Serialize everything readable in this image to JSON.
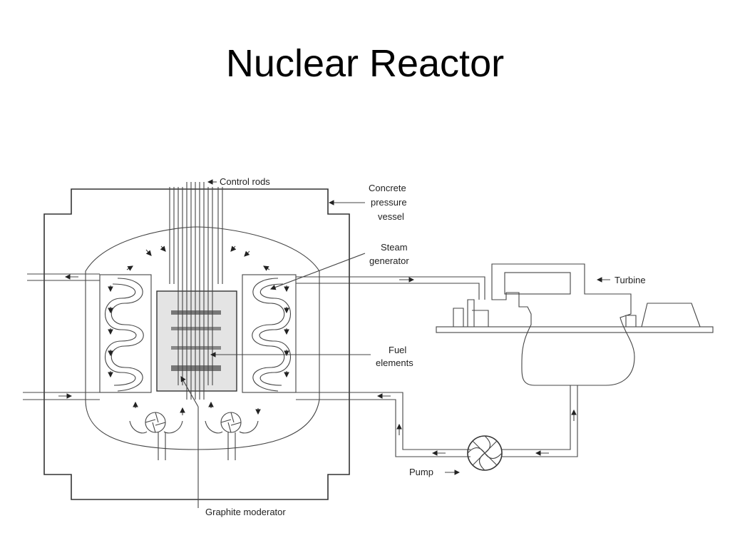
{
  "title": "Nuclear Reactor",
  "labels": {
    "control_rods": "Control rods",
    "concrete_vessel": [
      "Concrete",
      "pressure",
      "vessel"
    ],
    "steam_generator": [
      "Steam",
      "generator"
    ],
    "turbine": "Turbine",
    "fuel_elements": [
      "Fuel",
      "elements"
    ],
    "pump": "Pump",
    "graphite_moderator": "Graphite moderator"
  },
  "colors": {
    "line": "#333333",
    "core_fill": "#e4e4e4",
    "fuel_fill": "#777777",
    "background": "#ffffff"
  }
}
